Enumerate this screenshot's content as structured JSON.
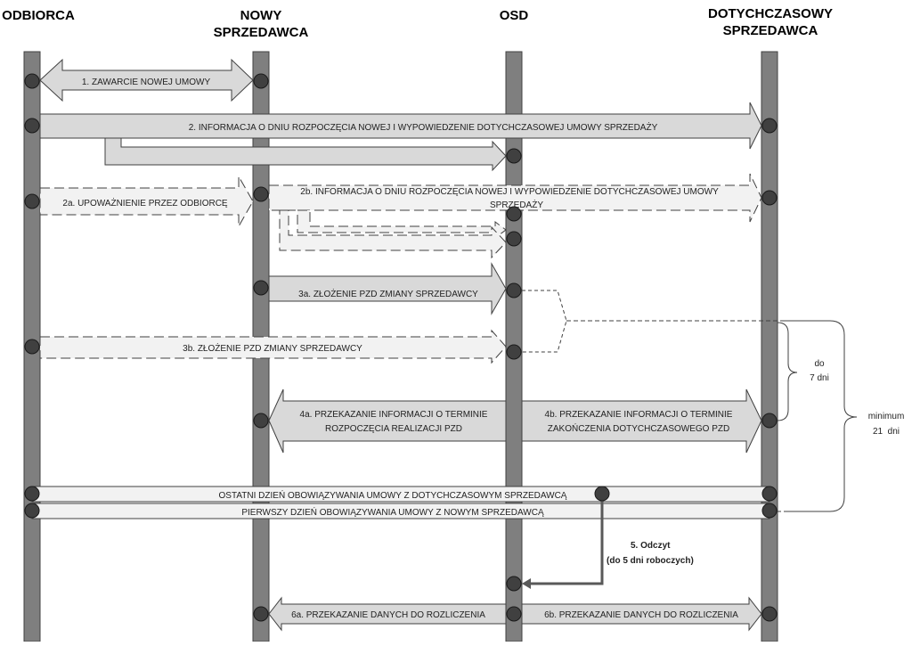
{
  "columns": {
    "odbiorca": "ODBIORCA",
    "nowy_1": "NOWY",
    "nowy_2": "SPRZEDAWCA",
    "osd": "OSD",
    "dotych_1": "DOTYCHCZASOWY",
    "dotych_2": "SPRZEDAWCA"
  },
  "steps": {
    "s1": "1. ZAWARCIE NOWEJ UMOWY",
    "s2": "2. INFORMACJA O DNIU ROZPOCZĘCIA NOWEJ I WYPOWIEDZENIE DOTYCHCZASOWEJ UMOWY SPRZEDAŻY",
    "s2a": "2a. UPOWAŻNIENIE PRZEZ ODBIORCĘ",
    "s2b_1": "2b. INFORMACJA O DNIU ROZPOCZĘCIA NOWEJ I WYPOWIEDZENIE DOTYCHCZASOWEJ UMOWY",
    "s2b_2": "SPRZEDAŻY",
    "s3a": "3a. ZŁOŻENIE PZD ZMIANY SPRZEDAWCY",
    "s3b": "3b. ZŁOŻENIE PZD ZMIANY SPRZEDAWCY",
    "s4a_1": "4a. PRZEKAZANIE INFORMACJI O TERMINIE",
    "s4a_2": "ROZPOCZĘCIA REALIZACJI PZD",
    "s4b_1": "4b. PRZEKAZANIE INFORMACJI O TERMINIE",
    "s4b_2": "ZAKOŃCZENIA DOTYCHCZASOWEGO PZD",
    "last_day": "OSTATNI DZIEŃ OBOWIĄZYWANIA UMOWY Z DOTYCHCZASOWYM SPRZEDAWCĄ",
    "first_day": "PIERWSZY DZIEŃ OBOWIĄZYWANIA UMOWY Z NOWYM SPRZEDAWCĄ",
    "s5_1": "5. Odczyt",
    "s5_2": "(do 5 dni roboczych)",
    "s6a": "6a. PRZEKAZANIE DANYCH DO ROZLICZENIA",
    "s6b": "6b. PRZEKAZANIE DANYCH DO ROZLICZENIA"
  },
  "durations": {
    "do_1": "do",
    "do_2": "7 dni",
    "min_1": "minimum",
    "min_2": "21  dni"
  },
  "colors": {
    "lifeline": "#7f7f7f",
    "node": "#404040",
    "arrow_fill": "#d9d9d9",
    "arrow_light": "#f2f2f2"
  }
}
